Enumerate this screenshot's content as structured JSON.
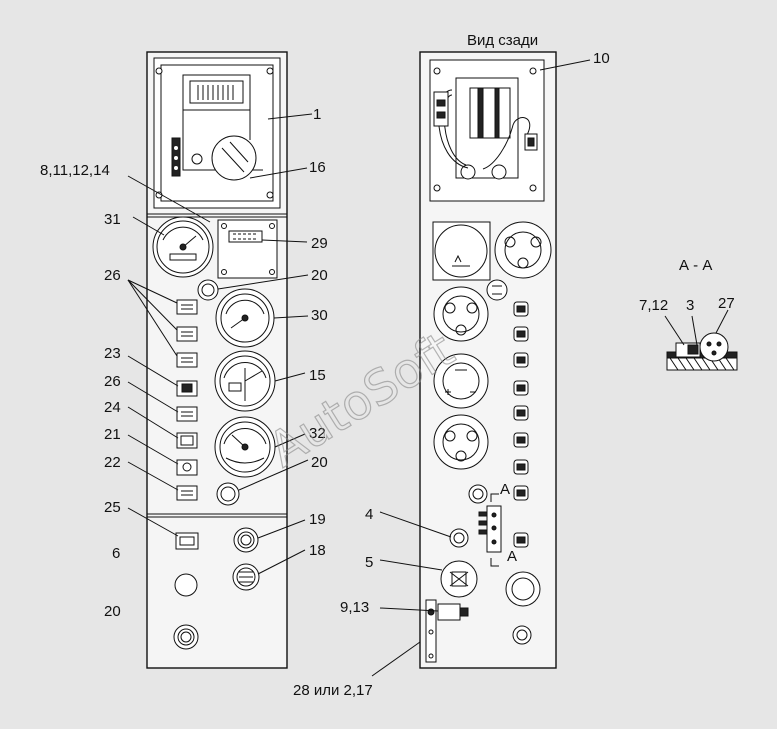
{
  "view_title": "Вид сзади",
  "section_title": "А - А",
  "section_mark": "А",
  "watermark": "AutoSoft",
  "labels": {
    "l1": "1",
    "l16": "16",
    "l8": "8,11,12,14",
    "l31": "31",
    "l29": "29",
    "l26a": "26",
    "l20a": "20",
    "l30": "30",
    "l23": "23",
    "l15": "15",
    "l26b": "26",
    "l24": "24",
    "l21": "21",
    "l32": "32",
    "l22": "22",
    "l20b": "20",
    "l25": "25",
    "l19": "19",
    "l6": "6",
    "l18": "18",
    "l20c": "20",
    "l10": "10",
    "l4": "4",
    "l5": "5",
    "l9": "9,13",
    "l28": "28 или 2,17",
    "l712": "7,12",
    "l3": "3",
    "l27": "27"
  }
}
